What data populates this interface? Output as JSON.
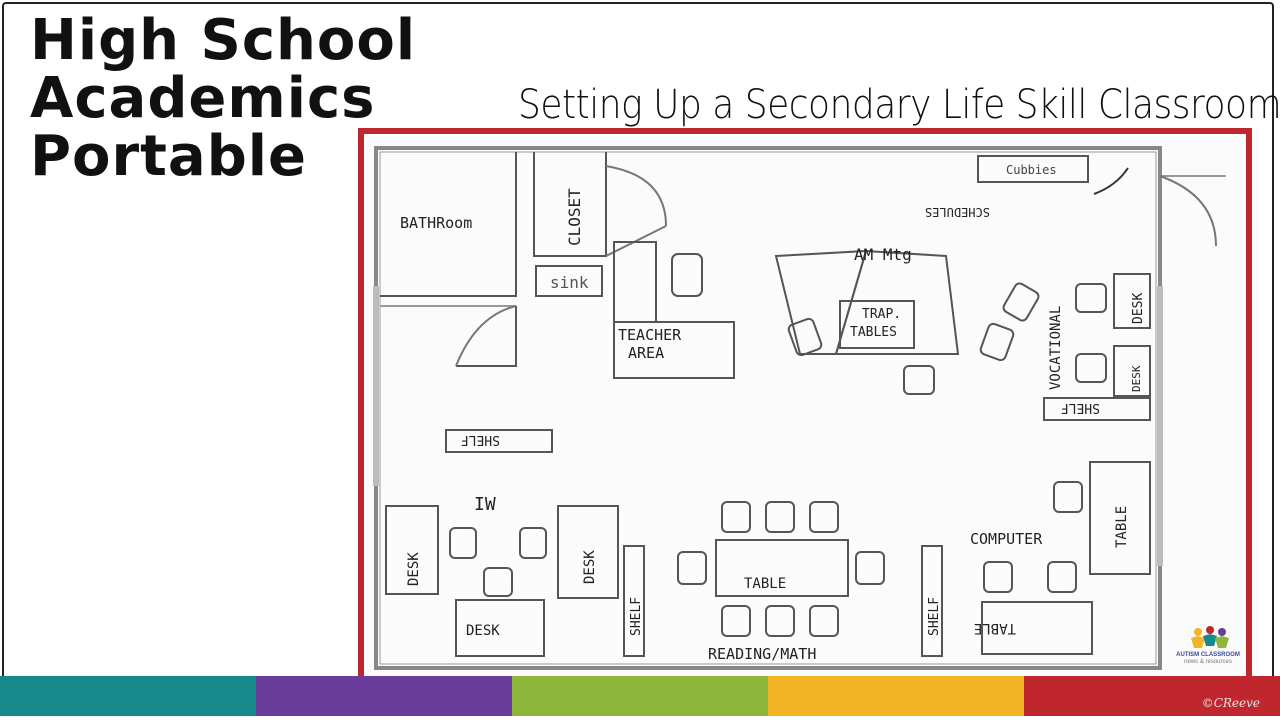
{
  "title": {
    "line1": "High School",
    "line2": "Academics",
    "line3": "Portable"
  },
  "subtitle": "Setting Up a Secondary Life Skill Classroom",
  "plan": {
    "bathroom": "BATHRoom",
    "closet": "CLOSET",
    "sink": "sink",
    "cubbies": "Cubbies",
    "schedules": "SCHEDULES",
    "am_mtg": "AM Mtg",
    "trap_tables_1": "TRAP.",
    "trap_tables_2": "TABLES",
    "teacher_area_1": "TEACHER",
    "teacher_area_2": "AREA",
    "vocational": "VOCATIONAL",
    "desk_upper": "DESK",
    "desk_lower": "DESK",
    "shelf_right": "SHELF",
    "shelf_left": "SHELF",
    "iw": "IW",
    "desk_left": "DESK",
    "desk_mid": "DESK",
    "desk_bottom": "DESK",
    "shelf_a": "SHELF",
    "table_center": "TABLE",
    "shelf_b": "SHELF",
    "reading_math": "READING/MATH",
    "computer": "COMPUTER",
    "table_right_vertical": "TABLE",
    "table_right_bottom": "TABLE"
  },
  "logo": {
    "line1": "AUTISM CLASSROOM",
    "line2": "news & resources"
  },
  "copyright": "©CReeve",
  "colors": {
    "red_border": "#c0262d",
    "stripe_teal": "#16898c",
    "stripe_purple": "#6a3d9a",
    "stripe_green": "#8db63c",
    "stripe_yellow": "#f3b425",
    "stripe_red": "#c0262d"
  }
}
